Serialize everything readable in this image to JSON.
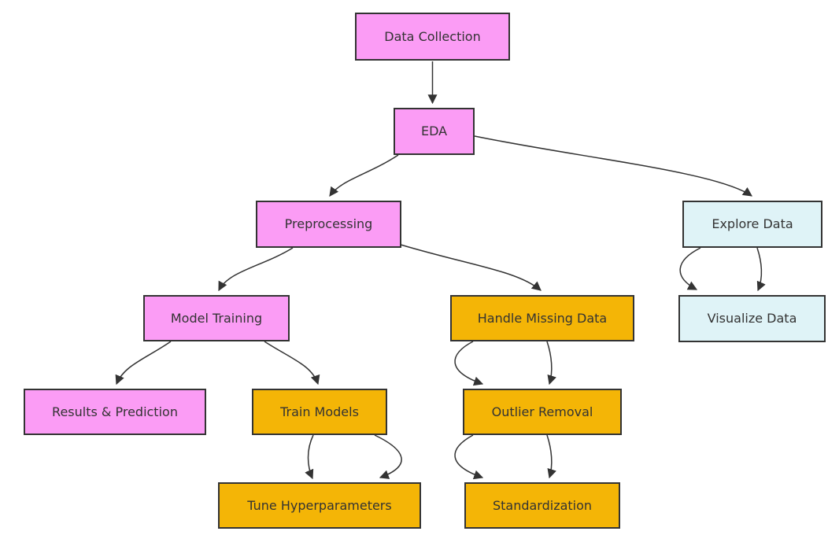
{
  "diagram_type": "flowchart",
  "colors": {
    "pink": "#fb9cf5",
    "gold": "#f4b506",
    "cyan": "#dff3f7",
    "border": "#333333",
    "edge": "#333333",
    "text": "#333333",
    "background": "#ffffff"
  },
  "nodes": [
    {
      "id": "data-collection",
      "label": "Data Collection",
      "color": "pink"
    },
    {
      "id": "eda",
      "label": "EDA",
      "color": "pink"
    },
    {
      "id": "preprocessing",
      "label": "Preprocessing",
      "color": "pink"
    },
    {
      "id": "explore-data",
      "label": "Explore Data",
      "color": "cyan"
    },
    {
      "id": "visualize-data",
      "label": "Visualize Data",
      "color": "cyan"
    },
    {
      "id": "model-training",
      "label": "Model Training",
      "color": "pink"
    },
    {
      "id": "handle-missing-data",
      "label": "Handle Missing Data",
      "color": "gold"
    },
    {
      "id": "results-prediction",
      "label": "Results & Prediction",
      "color": "pink"
    },
    {
      "id": "train-models",
      "label": "Train Models",
      "color": "gold"
    },
    {
      "id": "outlier-removal",
      "label": "Outlier Removal",
      "color": "gold"
    },
    {
      "id": "tune-hyperparameters",
      "label": "Tune Hyperparameters",
      "color": "gold"
    },
    {
      "id": "standardization",
      "label": "Standardization",
      "color": "gold"
    }
  ],
  "edges": [
    {
      "from": "data-collection",
      "to": "eda"
    },
    {
      "from": "eda",
      "to": "preprocessing"
    },
    {
      "from": "eda",
      "to": "explore-data"
    },
    {
      "from": "explore-data",
      "to": "visualize-data"
    },
    {
      "from": "explore-data",
      "to": "visualize-data"
    },
    {
      "from": "preprocessing",
      "to": "model-training"
    },
    {
      "from": "preprocessing",
      "to": "handle-missing-data"
    },
    {
      "from": "model-training",
      "to": "results-prediction"
    },
    {
      "from": "model-training",
      "to": "train-models"
    },
    {
      "from": "train-models",
      "to": "tune-hyperparameters"
    },
    {
      "from": "train-models",
      "to": "tune-hyperparameters"
    },
    {
      "from": "handle-missing-data",
      "to": "outlier-removal"
    },
    {
      "from": "handle-missing-data",
      "to": "outlier-removal"
    },
    {
      "from": "outlier-removal",
      "to": "standardization"
    },
    {
      "from": "outlier-removal",
      "to": "standardization"
    }
  ]
}
